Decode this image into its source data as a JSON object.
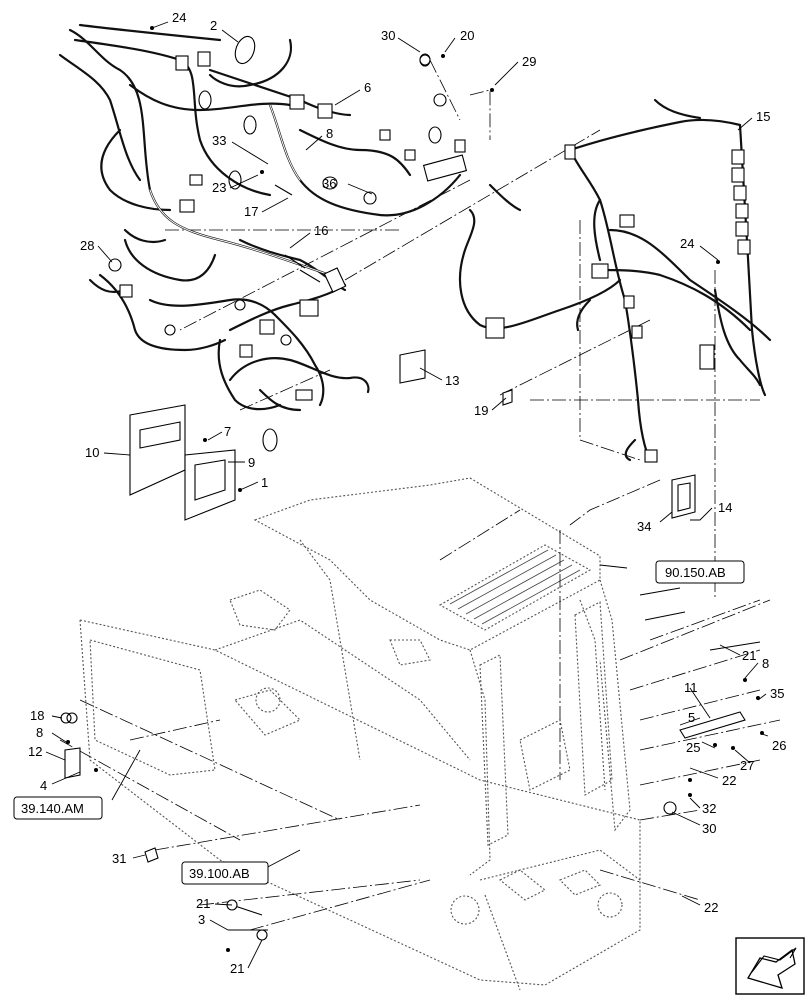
{
  "callouts": [
    {
      "id": "c24a",
      "text": "24"
    },
    {
      "id": "c2",
      "text": "2"
    },
    {
      "id": "c30a",
      "text": "30"
    },
    {
      "id": "c20",
      "text": "20"
    },
    {
      "id": "c29",
      "text": "29"
    },
    {
      "id": "c6",
      "text": "6"
    },
    {
      "id": "c8a",
      "text": "8"
    },
    {
      "id": "c33",
      "text": "33"
    },
    {
      "id": "c23",
      "text": "23"
    },
    {
      "id": "c17",
      "text": "17"
    },
    {
      "id": "c36",
      "text": "36"
    },
    {
      "id": "c15",
      "text": "15"
    },
    {
      "id": "c16",
      "text": "16"
    },
    {
      "id": "c28",
      "text": "28"
    },
    {
      "id": "c24b",
      "text": "24"
    },
    {
      "id": "c13",
      "text": "13"
    },
    {
      "id": "c19",
      "text": "19"
    },
    {
      "id": "c7",
      "text": "7"
    },
    {
      "id": "c10",
      "text": "10"
    },
    {
      "id": "c9",
      "text": "9"
    },
    {
      "id": "c1",
      "text": "1"
    },
    {
      "id": "c34",
      "text": "34"
    },
    {
      "id": "c14",
      "text": "14"
    },
    {
      "id": "c21a",
      "text": "21"
    },
    {
      "id": "c8b",
      "text": "8"
    },
    {
      "id": "c11",
      "text": "11"
    },
    {
      "id": "c35",
      "text": "35"
    },
    {
      "id": "c5",
      "text": "5"
    },
    {
      "id": "c25",
      "text": "25"
    },
    {
      "id": "c26",
      "text": "26"
    },
    {
      "id": "c27",
      "text": "27"
    },
    {
      "id": "c22a",
      "text": "22"
    },
    {
      "id": "c32",
      "text": "32"
    },
    {
      "id": "c30b",
      "text": "30"
    },
    {
      "id": "c18",
      "text": "18"
    },
    {
      "id": "c8c",
      "text": "8"
    },
    {
      "id": "c12",
      "text": "12"
    },
    {
      "id": "c4",
      "text": "4"
    },
    {
      "id": "c31",
      "text": "31"
    },
    {
      "id": "c21b",
      "text": "21"
    },
    {
      "id": "c3",
      "text": "3"
    },
    {
      "id": "c21c",
      "text": "21"
    },
    {
      "id": "c22b",
      "text": "22"
    }
  ],
  "references": {
    "ref_90150": "90.150.AB",
    "ref_39140": "39.140.AM",
    "ref_39100": "39.100.AB"
  }
}
